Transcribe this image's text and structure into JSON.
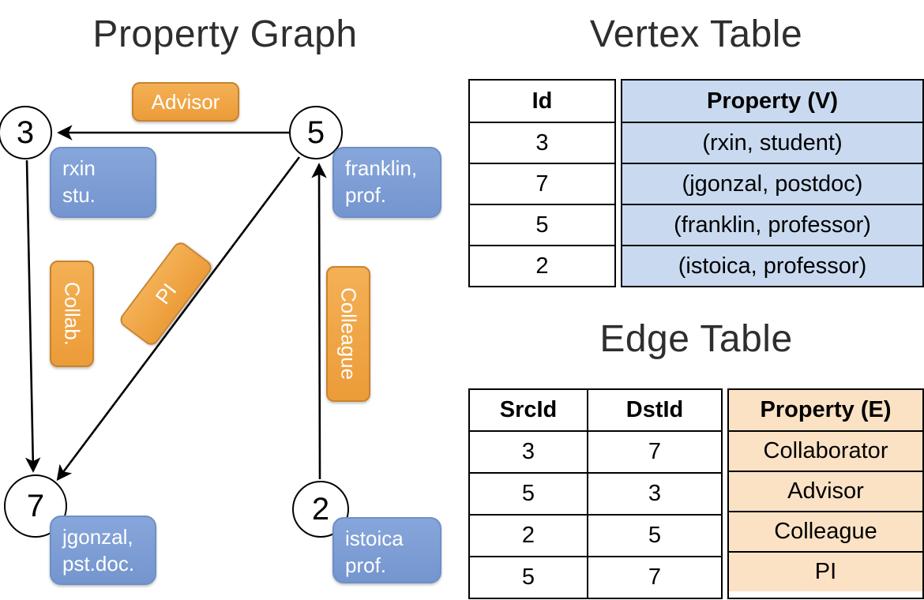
{
  "titles": {
    "graph": "Property Graph",
    "vertex_table": "Vertex Table",
    "edge_table": "Edge Table"
  },
  "graph": {
    "nodes": [
      {
        "id": "3"
      },
      {
        "id": "5"
      },
      {
        "id": "7"
      },
      {
        "id": "2"
      }
    ],
    "vertex_properties": [
      {
        "line1": "rxin",
        "line2": "stu."
      },
      {
        "line1": "franklin,",
        "line2": "prof."
      },
      {
        "line1": "jgonzal,",
        "line2": "pst.doc."
      },
      {
        "line1": "istoica",
        "line2": "prof."
      }
    ],
    "edge_labels": [
      "Advisor",
      "Collab.",
      "PI",
      "Colleague"
    ]
  },
  "vertex_table": {
    "columns": {
      "id": "Id",
      "property": "Property (V)"
    },
    "rows": [
      [
        "3",
        "(rxin, student)"
      ],
      [
        "7",
        "(jgonzal, postdoc)"
      ],
      [
        "5",
        "(franklin, professor)"
      ],
      [
        "2",
        "(istoica, professor)"
      ]
    ]
  },
  "edge_table": {
    "columns": {
      "src": "SrcId",
      "dst": "DstId",
      "property": "Property (E)"
    },
    "rows": [
      [
        "3",
        "7",
        "Collaborator"
      ],
      [
        "5",
        "3",
        "Advisor"
      ],
      [
        "2",
        "5",
        "Colleague"
      ],
      [
        "5",
        "7",
        "PI"
      ]
    ]
  },
  "colors": {
    "edge_label_fill": "#F0A24B",
    "edge_label_border": "#C8832E",
    "vertex_prop_fill": "#7D9ED8",
    "vertex_prop_border": "#6D8FC8",
    "vertex_cell_fill": "#C9DAF0",
    "edge_cell_fill": "#FBE2C5"
  }
}
